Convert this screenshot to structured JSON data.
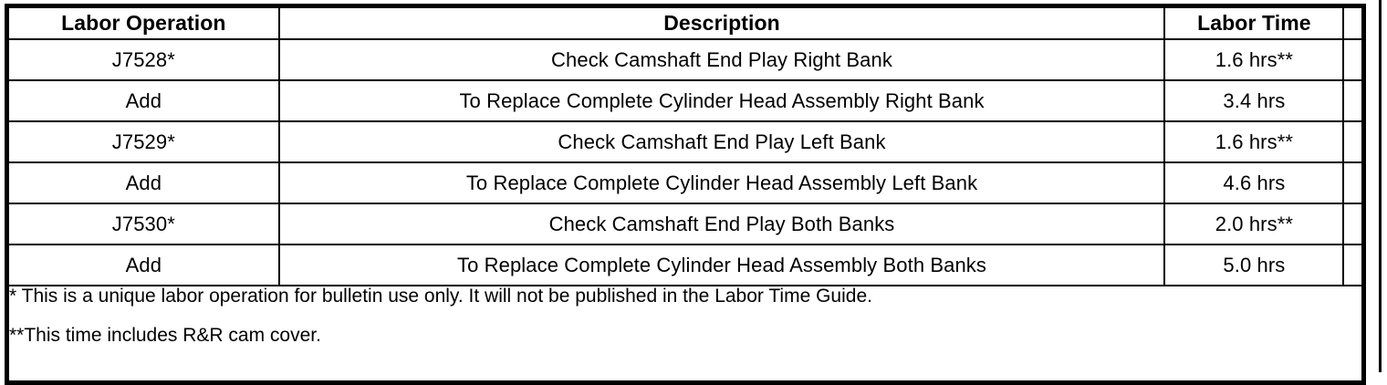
{
  "table": {
    "columns": [
      "Labor Operation",
      "Description",
      "Labor Time",
      ""
    ],
    "rows": [
      {
        "operation": "J7528*",
        "description": "Check Camshaft End Play Right Bank",
        "labor_time": "1.6 hrs**",
        "kind": "check"
      },
      {
        "operation": "Add",
        "description": "To Replace Complete Cylinder Head Assembly Right Bank",
        "labor_time": "3.4 hrs",
        "kind": "add"
      },
      {
        "operation": "J7529*",
        "description": "Check Camshaft End Play Left Bank",
        "labor_time": "1.6 hrs**",
        "kind": "check"
      },
      {
        "operation": "Add",
        "description": "To Replace Complete Cylinder Head Assembly Left Bank",
        "labor_time": "4.6 hrs",
        "kind": "add"
      },
      {
        "operation": "J7530*",
        "description": "Check Camshaft End Play Both Banks",
        "labor_time": "2.0 hrs**",
        "kind": "check"
      },
      {
        "operation": "Add",
        "description": "To Replace Complete Cylinder Head Assembly Both Banks",
        "labor_time": "5.0 hrs",
        "kind": "add"
      }
    ],
    "notes": [
      "* This is a unique labor operation for bulletin use only. It will not be published in the Labor Time Guide.",
      "**This time includes R&R cam cover."
    ]
  },
  "colors": {
    "ink": "#000000",
    "paper": "#ffffff"
  }
}
